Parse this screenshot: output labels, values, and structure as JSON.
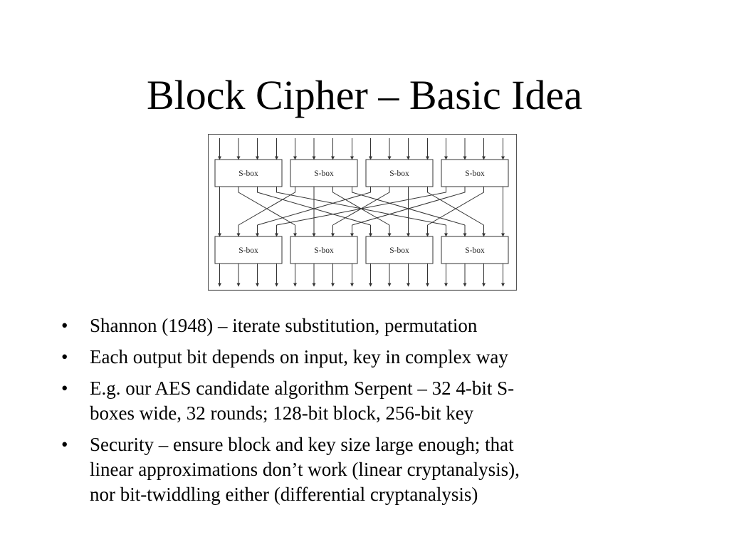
{
  "slide": {
    "title": "Block Cipher – Basic Idea"
  },
  "diagram": {
    "sbox_label": "S-box",
    "bits_per_sbox": 4,
    "sbox_count": 4,
    "layers": 2
  },
  "bullets": [
    {
      "text": "Shannon (1948) – iterate substitution, permutation"
    },
    {
      "text": "Each output bit depends on input, key in complex way"
    },
    {
      "lines": [
        "E.g. our AES candidate algorithm Serpent – 32 4-bit S-",
        "boxes wide, 32 rounds; 128-bit block, 256-bit key"
      ]
    },
    {
      "lines": [
        "Security – ensure block and key size large enough; that",
        "linear approximations don’t work (linear cryptanalysis),",
        "nor bit-twiddling either (differential cryptanalysis)"
      ]
    }
  ],
  "bullet_symbol": "•"
}
